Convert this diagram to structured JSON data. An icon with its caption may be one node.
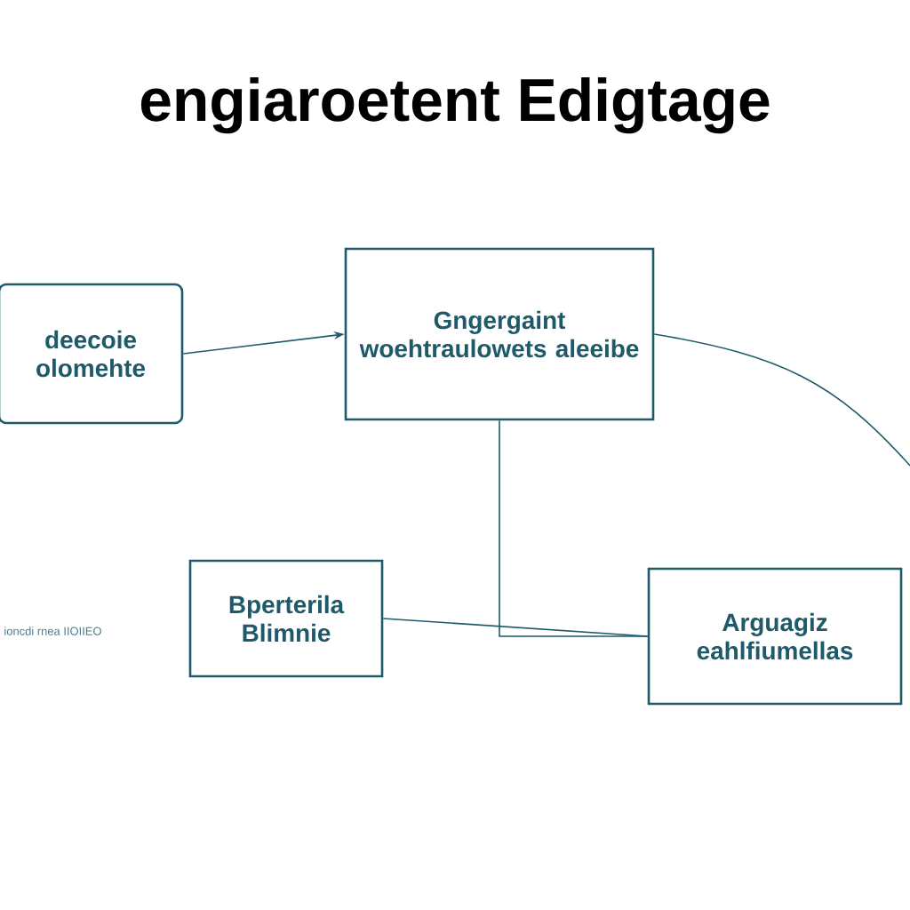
{
  "diagram": {
    "title": "engiaroetent Edigtage",
    "nodes": [
      {
        "text": [
          "deecoie olomehte"
        ]
      },
      {
        "text": [
          "Gngergaint woehtraulowets aleeibe"
        ]
      },
      {
        "text": [
          "Bperterila Blimnie"
        ]
      },
      {
        "text": [
          "Arguagiz eahlfiumellas"
        ]
      }
    ],
    "edges": [
      {
        "from": 0,
        "to": 1,
        "arrow": "to"
      },
      {
        "from": 1,
        "to": 3,
        "arrow": "none"
      },
      {
        "from": 2,
        "to": 3,
        "arrow": "none"
      },
      {
        "from": 1,
        "to": null,
        "arrow": "none"
      }
    ],
    "labels": [
      "ioncdi rnea IIOIIEO"
    ]
  }
}
